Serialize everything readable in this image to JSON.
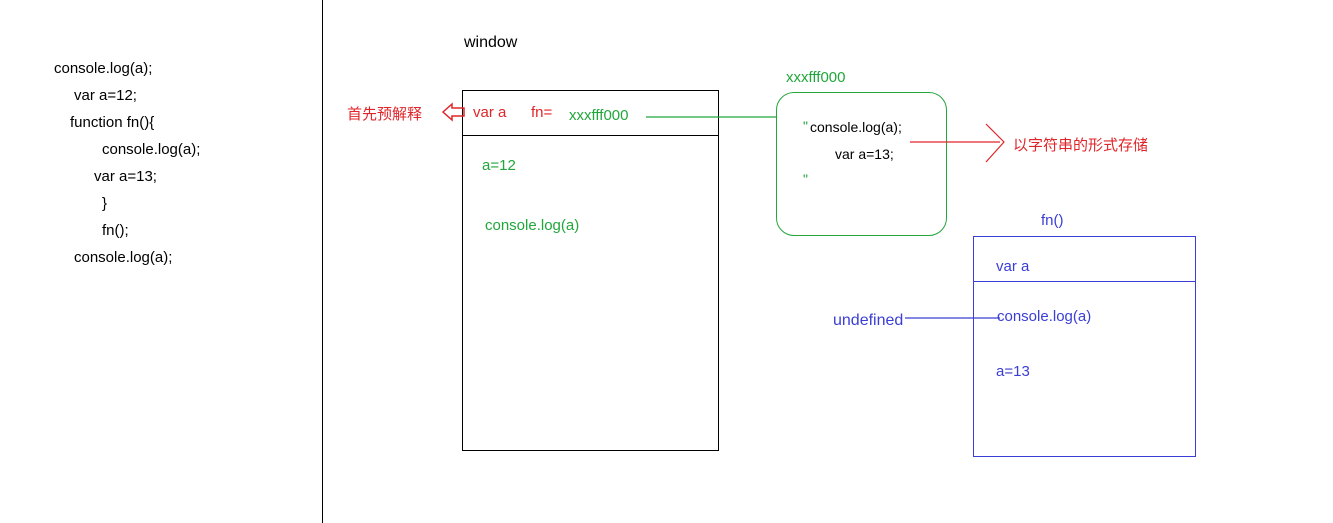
{
  "code": {
    "lines": [
      "console.log(a);",
      "var a=12;",
      "function fn(){",
      "console.log(a);",
      "var a=13;",
      "}",
      "fn();",
      "console.log(a);"
    ]
  },
  "window_scope": {
    "title": "window",
    "var_a": "var a",
    "fn_eq": "fn=",
    "fn_ref": "xxxfff000",
    "assign": "a=12",
    "log": "console.log(a)",
    "annotation": "首先预解释"
  },
  "heap": {
    "address": "xxxfff000",
    "quote_open": "\"",
    "line1": "console.log(a);",
    "line2": "var a=13;",
    "quote_close": "\"",
    "annotation": "以字符串的形式存储"
  },
  "fn_scope": {
    "title": "fn()",
    "var_a": "var a",
    "log": "console.log(a)",
    "assign": "a=13",
    "output": "undefined"
  },
  "colors": {
    "black": "#000000",
    "red": "#e0252a",
    "green": "#22a63c",
    "blue": "#3a3ed4"
  }
}
